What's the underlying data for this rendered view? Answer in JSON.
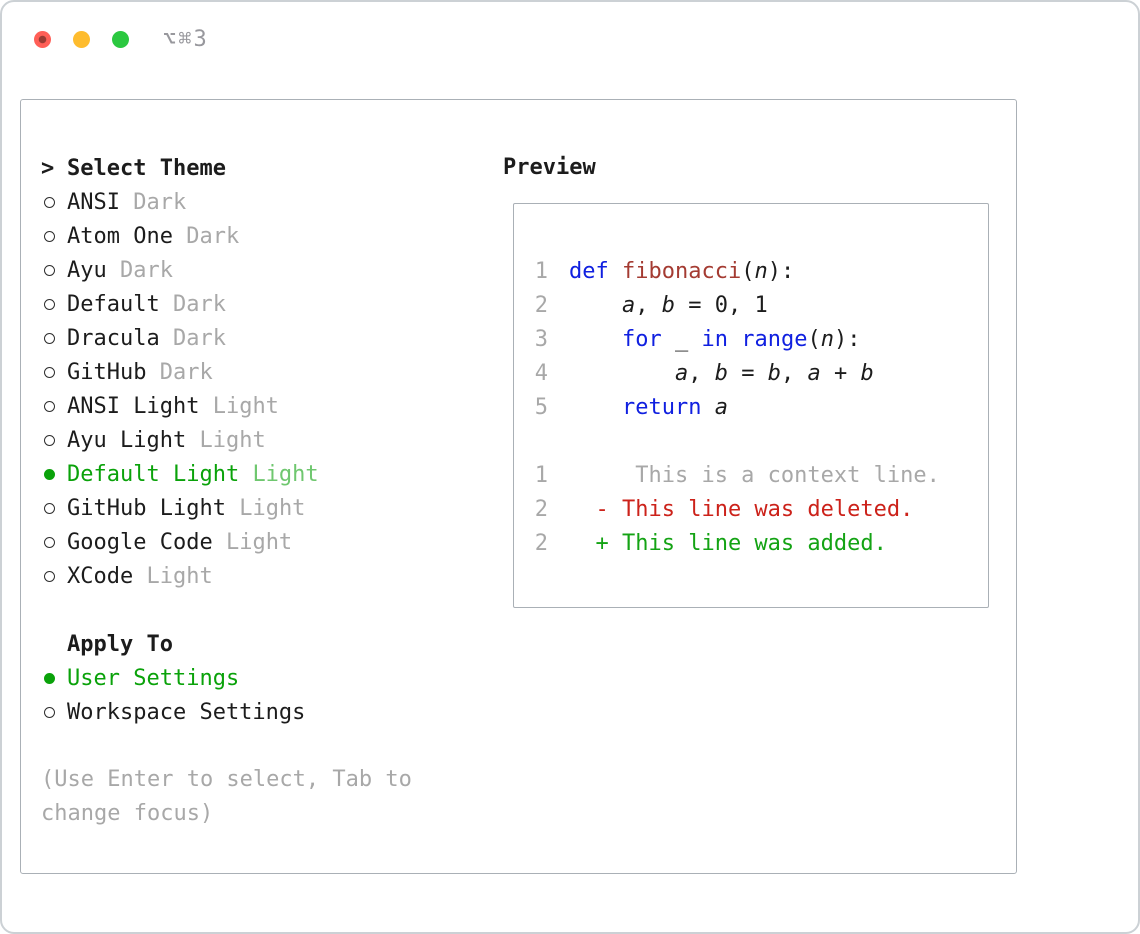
{
  "window": {
    "shortcut": "⌥⌘3"
  },
  "colors": {
    "selected_green": "#0aa20a",
    "selected_variant_green": "#6fc76f",
    "keyword_blue": "#1020e0",
    "function_red": "#a43b32",
    "deleted_red": "#cc221a",
    "added_green": "#14a314",
    "muted_gray": "#a8a8a8"
  },
  "theme_selector": {
    "prompt": ">",
    "title": "Select Theme",
    "items": [
      {
        "name": "ANSI",
        "variant": "Dark",
        "selected": false
      },
      {
        "name": "Atom One",
        "variant": "Dark",
        "selected": false
      },
      {
        "name": "Ayu",
        "variant": "Dark",
        "selected": false
      },
      {
        "name": "Default",
        "variant": "Dark",
        "selected": false
      },
      {
        "name": "Dracula",
        "variant": "Dark",
        "selected": false
      },
      {
        "name": "GitHub",
        "variant": "Dark",
        "selected": false
      },
      {
        "name": "ANSI Light",
        "variant": "Light",
        "selected": false
      },
      {
        "name": "Ayu Light",
        "variant": "Light",
        "selected": false
      },
      {
        "name": "Default Light",
        "variant": "Light",
        "selected": true
      },
      {
        "name": "GitHub Light",
        "variant": "Light",
        "selected": false
      },
      {
        "name": "Google Code",
        "variant": "Light",
        "selected": false
      },
      {
        "name": "XCode",
        "variant": "Light",
        "selected": false
      }
    ]
  },
  "apply_to": {
    "title": "Apply To",
    "options": [
      {
        "label": "User Settings",
        "selected": true
      },
      {
        "label": "Workspace Settings",
        "selected": false
      }
    ]
  },
  "hint": "(Use Enter to select, Tab to change focus)",
  "preview": {
    "title": "Preview",
    "lines": [
      {
        "num": "1",
        "tokens": [
          [
            "kw",
            "def"
          ],
          [
            "pl",
            " "
          ],
          [
            "fn",
            "fibonacci"
          ],
          [
            "pl",
            "("
          ],
          [
            "var",
            "n"
          ],
          [
            "pl",
            "):"
          ]
        ]
      },
      {
        "num": "2",
        "tokens": [
          [
            "pl",
            "    "
          ],
          [
            "var",
            "a"
          ],
          [
            "pl",
            ", "
          ],
          [
            "var",
            "b"
          ],
          [
            "pl",
            " = 0, 1"
          ]
        ]
      },
      {
        "num": "3",
        "tokens": [
          [
            "pl",
            "    "
          ],
          [
            "kw",
            "for"
          ],
          [
            "pl",
            " _ "
          ],
          [
            "kw",
            "in"
          ],
          [
            "pl",
            " "
          ],
          [
            "kw",
            "range"
          ],
          [
            "pl",
            "("
          ],
          [
            "var",
            "n"
          ],
          [
            "pl",
            "):"
          ]
        ]
      },
      {
        "num": "4",
        "tokens": [
          [
            "pl",
            "        "
          ],
          [
            "var",
            "a"
          ],
          [
            "pl",
            ", "
          ],
          [
            "var",
            "b"
          ],
          [
            "pl",
            " = "
          ],
          [
            "var",
            "b"
          ],
          [
            "pl",
            ", "
          ],
          [
            "var",
            "a"
          ],
          [
            "pl",
            " + "
          ],
          [
            "var",
            "b"
          ]
        ]
      },
      {
        "num": "5",
        "tokens": [
          [
            "pl",
            "    "
          ],
          [
            "kw",
            "return"
          ],
          [
            "pl",
            " "
          ],
          [
            "var",
            "a"
          ]
        ]
      },
      {
        "num": "",
        "tokens": []
      },
      {
        "num": "1",
        "tokens": [
          [
            "ctx",
            "     This is a context line."
          ]
        ]
      },
      {
        "num": "2",
        "tokens": [
          [
            "del",
            "  - This line was deleted."
          ]
        ]
      },
      {
        "num": "2",
        "tokens": [
          [
            "add",
            "  + This line was added."
          ]
        ]
      }
    ]
  }
}
